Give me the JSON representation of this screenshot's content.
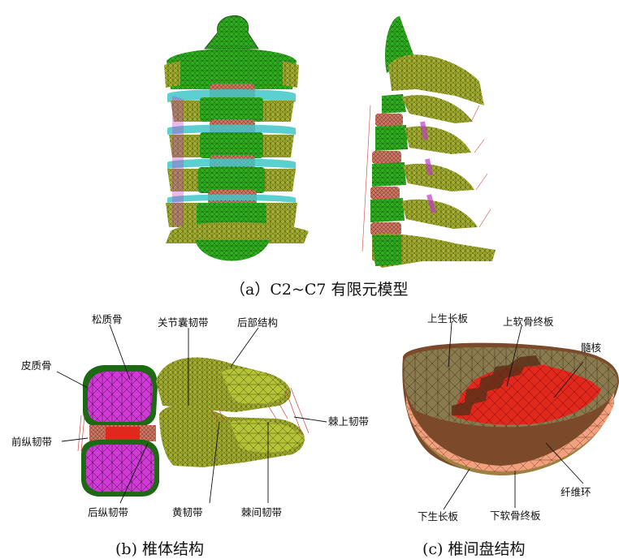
{
  "panel_a": {
    "caption": "（a）C2~C7 有限元模型"
  },
  "panel_b": {
    "caption": "(b)  椎体结构",
    "labels": {
      "cancellous": "松质骨",
      "capsular": "关节囊韧带",
      "posterior": "后部结构",
      "cortical": "皮质骨",
      "supraspinous": "棘上韧带",
      "anterior_ll": "前纵韧带",
      "posterior_ll": "后纵韧带",
      "flavum": "黄韧带",
      "interspinous": "棘间韧带"
    }
  },
  "panel_c": {
    "caption": "(c)  椎间盘结构",
    "labels": {
      "upper_growth": "上生长板",
      "upper_endplate": "上软骨终板",
      "nucleus": "髓核",
      "annulus": "纤维环",
      "lower_growth": "下生长板",
      "lower_endplate": "下软骨终板"
    }
  },
  "colors": {
    "cortical_green": "#2fae1f",
    "posterior_olive": "#a8b232",
    "disc_salmon": "#d07a5e",
    "cyan_cartilage": "#3fc8c8",
    "cancellous_magenta": "#d23ad8",
    "nucleus_red": "#e0281c",
    "annulus_orange": "#f2a07e",
    "endplate_brown": "#7a4a2a"
  }
}
